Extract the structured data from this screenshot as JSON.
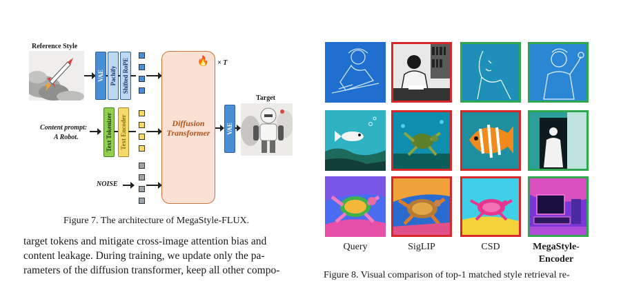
{
  "figure7": {
    "reference_style_label": "Reference Style",
    "content_prompt_label": "Content prompt:",
    "content_prompt_value": "A Robot.",
    "noise_label": "NOISE",
    "vae_label": "VAE",
    "patchify_label": "Pachify",
    "shifted_rope_label": "Shifted RoPE",
    "text_tokenizer_label": "Text Tokenizer",
    "text_encoder_label": "Text Encoder",
    "diffusion_line1": "Diffusion",
    "diffusion_line2": "Transformer",
    "times_t": "× T",
    "vae_out_label": "VAE",
    "target_label": "Target",
    "caption": "Figure 7. The architecture of MegaStyle-FLUX."
  },
  "body_text": {
    "line1": "target tokens and mitigate cross-image attention bias and",
    "line2": "content leakage.  During training, we update only the pa-",
    "line3": "rameters of the diffusion transformer, keep all other compo-"
  },
  "figure8": {
    "col_labels": [
      "Query",
      "SigLIP",
      "CSD",
      "MegaStyle-",
      "Encoder"
    ],
    "caption_partial": "Figure 8.  Visual comparison of top-1 matched style retrieval re-"
  },
  "colors": {
    "blue_box": "#4a8fd6",
    "light_blue_box": "#bcd8f2",
    "green_box": "#8fd14f",
    "yellow_box": "#f5dc6a",
    "diffusion_fill": "#fbe1d3",
    "diffusion_border": "#c9743c",
    "red_border": "#d62828",
    "green_border": "#2fa84f"
  }
}
